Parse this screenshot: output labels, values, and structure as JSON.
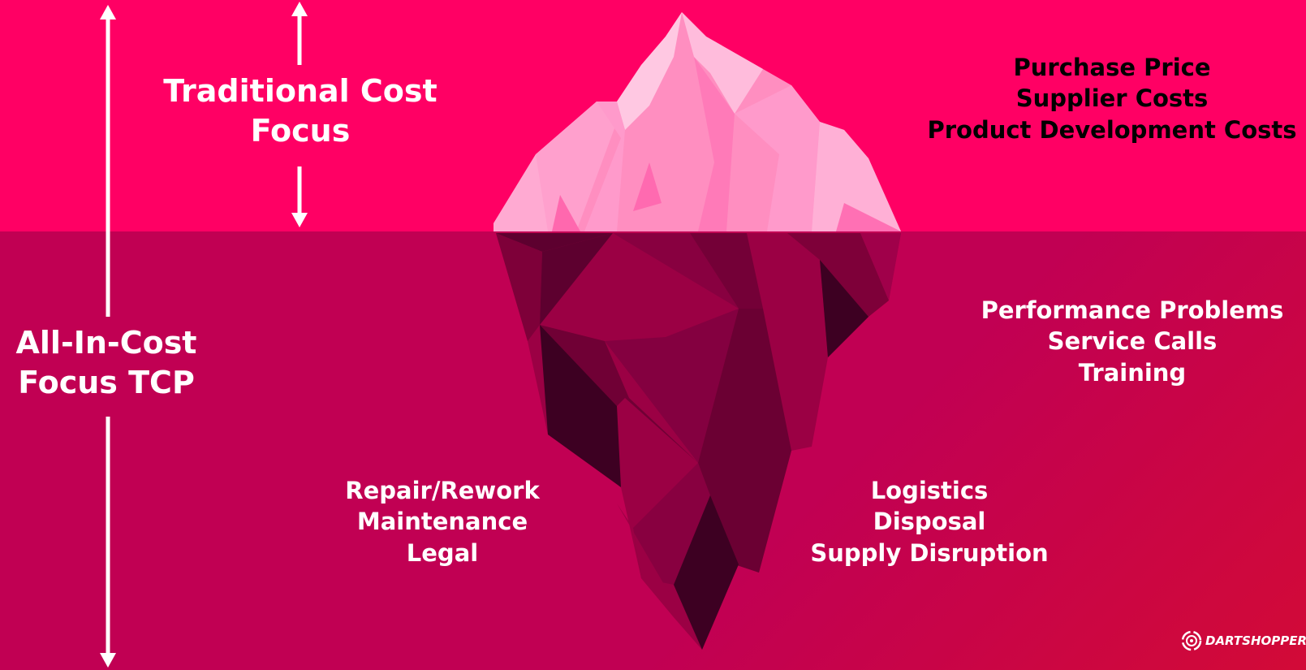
{
  "scale": {
    "traditional": {
      "lines": [
        "Traditional Cost",
        "Focus"
      ]
    },
    "all_in": {
      "lines": [
        "All-In-Cost",
        "Focus TCP"
      ]
    }
  },
  "cost_groups": {
    "above_water": [
      "Purchase Price",
      "Supplier Costs",
      "Product Development Costs"
    ],
    "below_right_upper": [
      "Performance Problems",
      "Service Calls",
      "Training"
    ],
    "below_left": [
      "Repair/Rework",
      "Maintenance",
      "Legal"
    ],
    "below_right": [
      "Logistics",
      "Disposal",
      "Supply Disruption"
    ]
  },
  "brand": {
    "name": "DARTSHOPPER"
  },
  "colors": {
    "sky": "#ff0064",
    "sea": "#c10053",
    "ice_light": "#ffb6d8",
    "ice_dark": "#3d0022"
  }
}
